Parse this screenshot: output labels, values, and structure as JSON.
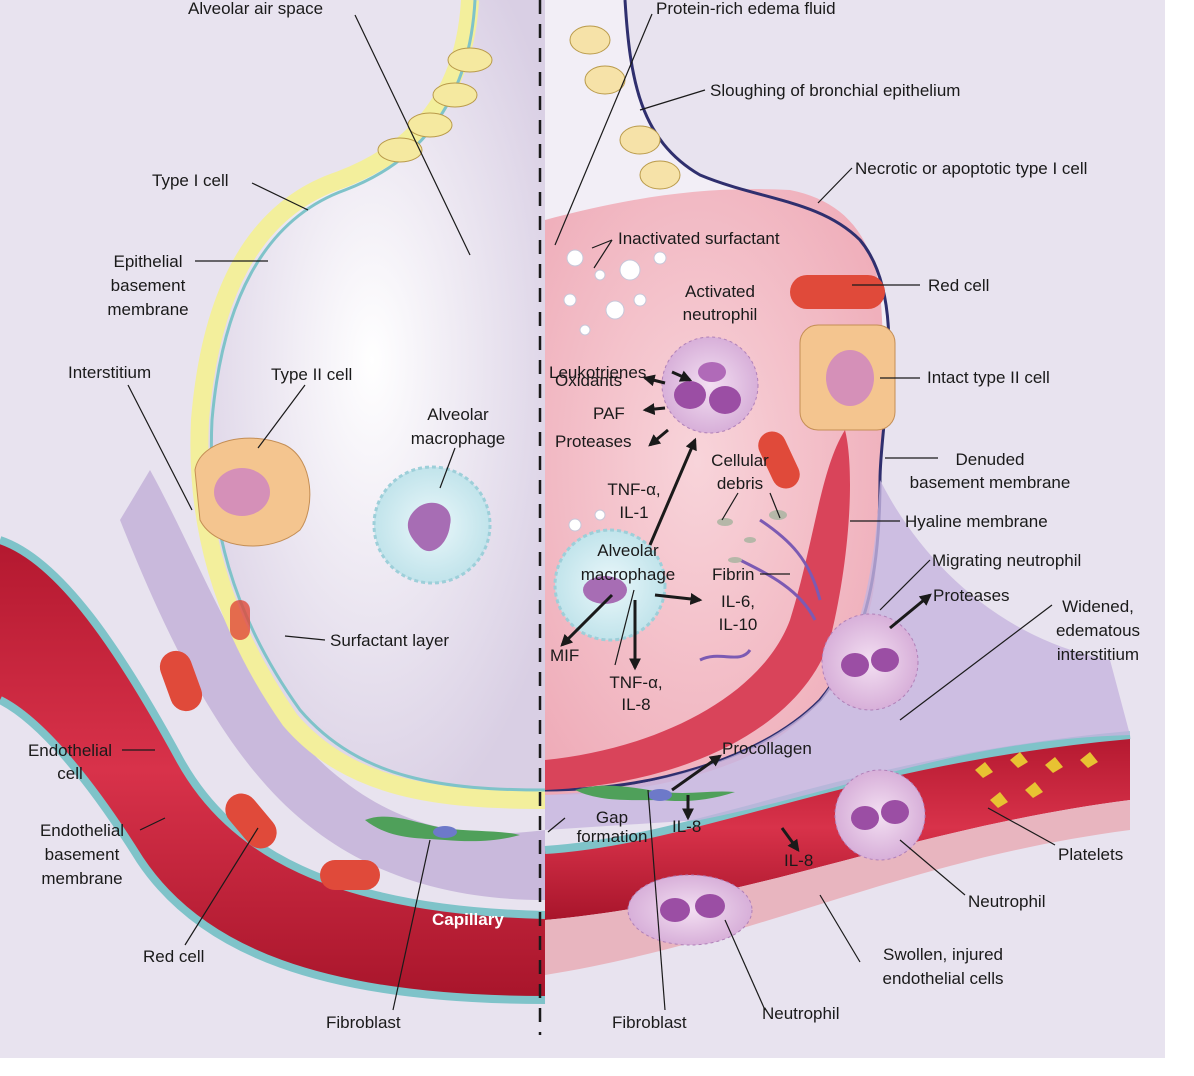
{
  "colors": {
    "background": "#e6e1ee",
    "air_space": "#f2eef6",
    "edema": "#f1c0c8",
    "capillary": "#c8243f",
    "red_cell": "#e04a3a",
    "surfactant": "#f3ef9c",
    "membrane": "#7fc3c9",
    "fibroblast": "#4fa05a",
    "macrophage": "#cfeaf0",
    "neutrophil": "#b567b8"
  },
  "labels": {
    "alveolar_air_space": "Alveolar air space",
    "protein_rich_edema": "Protein-rich edema fluid",
    "sloughing": "Sloughing of bronchial epithelium",
    "type_i_cell": "Type I cell",
    "necrotic_type_i": "Necrotic or apoptotic type I cell",
    "epithelial_bm": [
      "Epithelial",
      "basement",
      "membrane"
    ],
    "inactivated_surfactant": "Inactivated surfactant",
    "activated_neutrophil": [
      "Activated",
      "neutrophil"
    ],
    "red_cell_right": "Red cell",
    "leukotrienes": "Leukotrienes",
    "oxidants": "Oxidants",
    "paf": "PAF",
    "proteases_top": "Proteases",
    "interstitium": "Interstitium",
    "type_ii_cell": "Type II cell",
    "alveolar_macrophage_left": [
      "Alveolar",
      "macrophage"
    ],
    "intact_type_ii": "Intact type II cell",
    "tnf_il1": [
      "TNF-α,",
      "IL-1"
    ],
    "cellular_debris": [
      "Cellular",
      "debris"
    ],
    "denuded_bm": [
      "Denuded",
      "basement membrane"
    ],
    "hyaline_membrane": "Hyaline membrane",
    "alveolar_macrophage_right": [
      "Alveolar",
      "macrophage"
    ],
    "fibrin": "Fibrin",
    "migrating_neutrophil": "Migrating neutrophil",
    "proteases_bottom": "Proteases",
    "widened_interstitium": [
      "Widened,",
      "edematous",
      "interstitium"
    ],
    "il6_il10": [
      "IL-6,",
      "IL-10"
    ],
    "surfactant_layer": "Surfactant layer",
    "mif": "MIF",
    "tnf_il8": [
      "TNF-α,",
      "IL-8"
    ],
    "procollagen": "Procollagen",
    "endothelial_cell": [
      "Endothelial",
      "cell"
    ],
    "gap_formation": [
      "Gap",
      "formation"
    ],
    "il8_a": "IL-8",
    "il8_b": "IL-8",
    "platelets": "Platelets",
    "endothelial_bm": [
      "Endothelial",
      "basement",
      "membrane"
    ],
    "neutrophil_right": "Neutrophil",
    "capillary": "Capillary",
    "red_cell_left": "Red cell",
    "swollen_endothelial": [
      "Swollen, injured",
      "endothelial cells"
    ],
    "fibroblast_left": "Fibroblast",
    "fibroblast_right": "Fibroblast",
    "neutrophil_bottom": "Neutrophil"
  }
}
